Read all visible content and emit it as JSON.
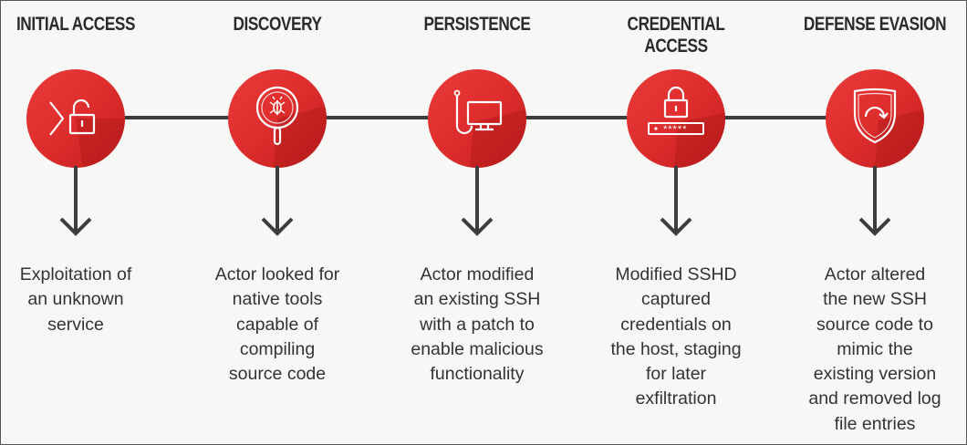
{
  "stages": [
    {
      "title": "INITIAL ACCESS",
      "icon": "chevron-lock-icon",
      "lines": [
        "Exploitation of",
        "an unknown",
        "service"
      ]
    },
    {
      "title": "DISCOVERY",
      "icon": "magnifier-bug-icon",
      "lines": [
        "Actor looked for",
        "native tools",
        "capable of",
        "compiling",
        "source code"
      ]
    },
    {
      "title": "PERSISTENCE",
      "icon": "hook-monitor-icon",
      "lines": [
        "Actor modified",
        "an existing SSH",
        "with a patch to",
        "enable malicious",
        "functionality"
      ]
    },
    {
      "title": "CREDENTIAL ACCESS",
      "icon": "lock-password-icon",
      "lines": [
        "Modified SSHD",
        "captured",
        "credentials on",
        "the host, staging",
        "for later",
        "exfiltration"
      ]
    },
    {
      "title": "DEFENSE EVASION",
      "icon": "shield-refresh-icon",
      "lines": [
        "Actor altered",
        "the new SSH",
        "source code to",
        "mimic the",
        "existing version",
        "and removed log",
        "file entries"
      ]
    }
  ],
  "colors": {
    "accent": "#e02e2e",
    "line": "#3d3d3d",
    "text": "#333333",
    "background": "#f7f7f5"
  }
}
